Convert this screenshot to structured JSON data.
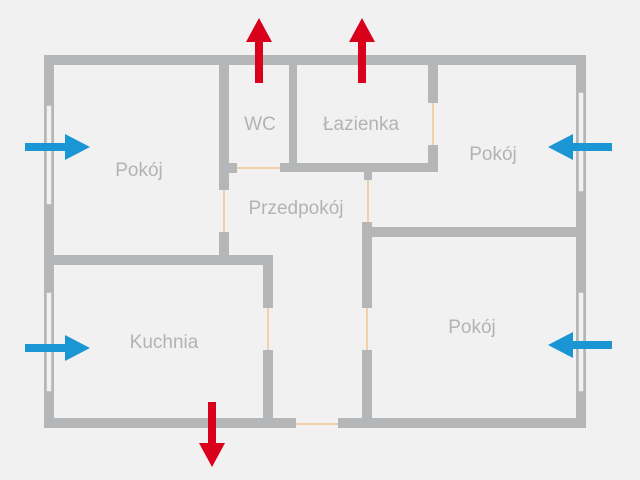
{
  "rooms": {
    "room_left": "Pokój",
    "wc": "WC",
    "bathroom": "Łazienka",
    "room_right_top": "Pokój",
    "hallway": "Przedpokój",
    "kitchen": "Kuchnia",
    "room_right_bottom": "Pokój"
  },
  "colors": {
    "exhaust_arrow": "#d9001b",
    "inflow_arrow": "#1a96d4",
    "wall": "#b5b6b8",
    "door": "#f0c48a",
    "background": "#f1f1f1"
  },
  "arrows": {
    "exhaust": [
      "arrow-up-icon",
      "arrow-up-icon",
      "arrow-down-icon"
    ],
    "inflow": [
      "arrow-right-icon",
      "arrow-right-icon",
      "arrow-left-icon",
      "arrow-left-icon"
    ]
  }
}
